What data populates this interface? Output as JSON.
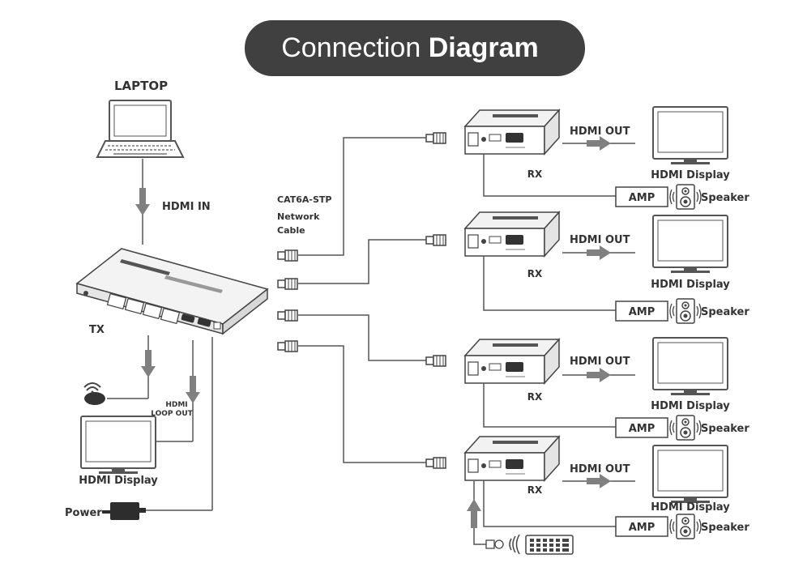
{
  "title": {
    "part1": "Connection ",
    "part2": "Diagram"
  },
  "colors": {
    "pill": "#404040",
    "line": "#555555",
    "arrow": "#808080",
    "text": "#333333"
  },
  "source": {
    "label": "LAPTOP",
    "cable_label": "HDMI IN"
  },
  "tx": {
    "label": "TX",
    "loop_label_1": "HDMI",
    "loop_label_2": "LOOP OUT",
    "power_label": "Power",
    "local_display_label": "HDMI Display"
  },
  "cable": {
    "line1": "CAT6A-STP",
    "line2": "Network",
    "line3": "Cable"
  },
  "receivers": [
    {
      "rx_label": "RX",
      "out_label": "HDMI OUT",
      "display_label": "HDMI Display",
      "amp_label": "AMP",
      "speaker_label": "Speaker"
    },
    {
      "rx_label": "RX",
      "out_label": "HDMI OUT",
      "display_label": "HDMI Display",
      "amp_label": "AMP",
      "speaker_label": "Speaker"
    },
    {
      "rx_label": "RX",
      "out_label": "HDMI OUT",
      "display_label": "HDMI Display",
      "amp_label": "AMP",
      "speaker_label": "Speaker"
    },
    {
      "rx_label": "RX",
      "out_label": "HDMI OUT",
      "display_label": "HDMI Display",
      "amp_label": "AMP",
      "speaker_label": "Speaker"
    }
  ],
  "icons": [
    "laptop-icon",
    "wireless-dongle-icon",
    "monitor-icon",
    "power-adapter-icon",
    "rj45-connector-icon",
    "speaker-icon",
    "ir-receiver-icon",
    "remote-control-icon"
  ]
}
